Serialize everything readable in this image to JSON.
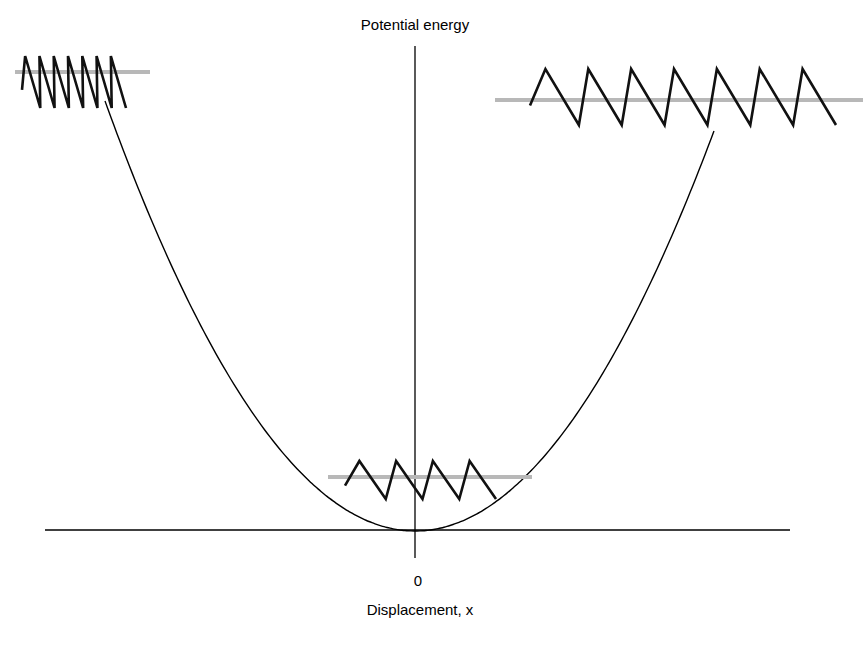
{
  "diagram": {
    "labels": [
      "Potential energy",
      "0",
      "Displacement, x"
    ]
  }
}
